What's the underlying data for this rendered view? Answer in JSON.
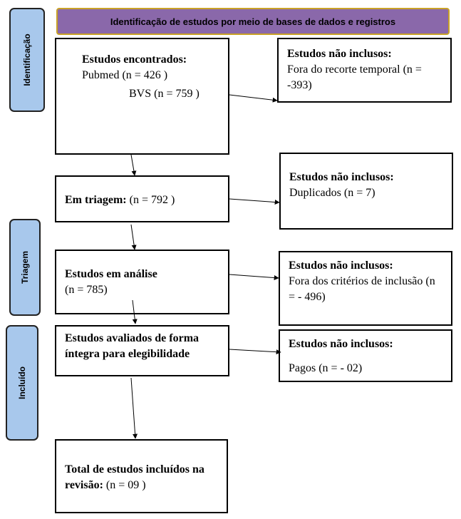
{
  "header": {
    "title": "Identificação de estudos por meio de bases de dados e registros"
  },
  "stages": {
    "identificacao": "Identificação",
    "triagem": "Triagem",
    "incluido": "Incluído"
  },
  "boxes": {
    "found": {
      "title": "Estudos encontrados:",
      "pubmed": "Pubmed (n = 426 )",
      "bvs": "BVS (n = 759 )"
    },
    "screening": {
      "title": "Em triagem:",
      "value": " (n = 792 )"
    },
    "analysis": {
      "title": "Estudos em análise",
      "value": "(n = 785)"
    },
    "eligibility": {
      "title": "Estudos avaliados de forma íntegra para elegibilidade"
    },
    "total": {
      "title": "Total de estudos incluídos na revisão:",
      "value": "  (n = 09 )"
    },
    "excluded_1": {
      "title": "Estudos não inclusos:",
      "text": "Fora do recorte temporal (n =  -393)"
    },
    "excluded_2": {
      "title": "Estudos não inclusos:",
      "text": "Duplicados (n = 7)"
    },
    "excluded_3": {
      "title": "Estudos não inclusos:",
      "text": "Fora dos critérios de inclusão (n =  - 496)"
    },
    "excluded_4": {
      "title": "Estudos não inclusos:",
      "text": "Pagos (n = - 02)"
    }
  }
}
